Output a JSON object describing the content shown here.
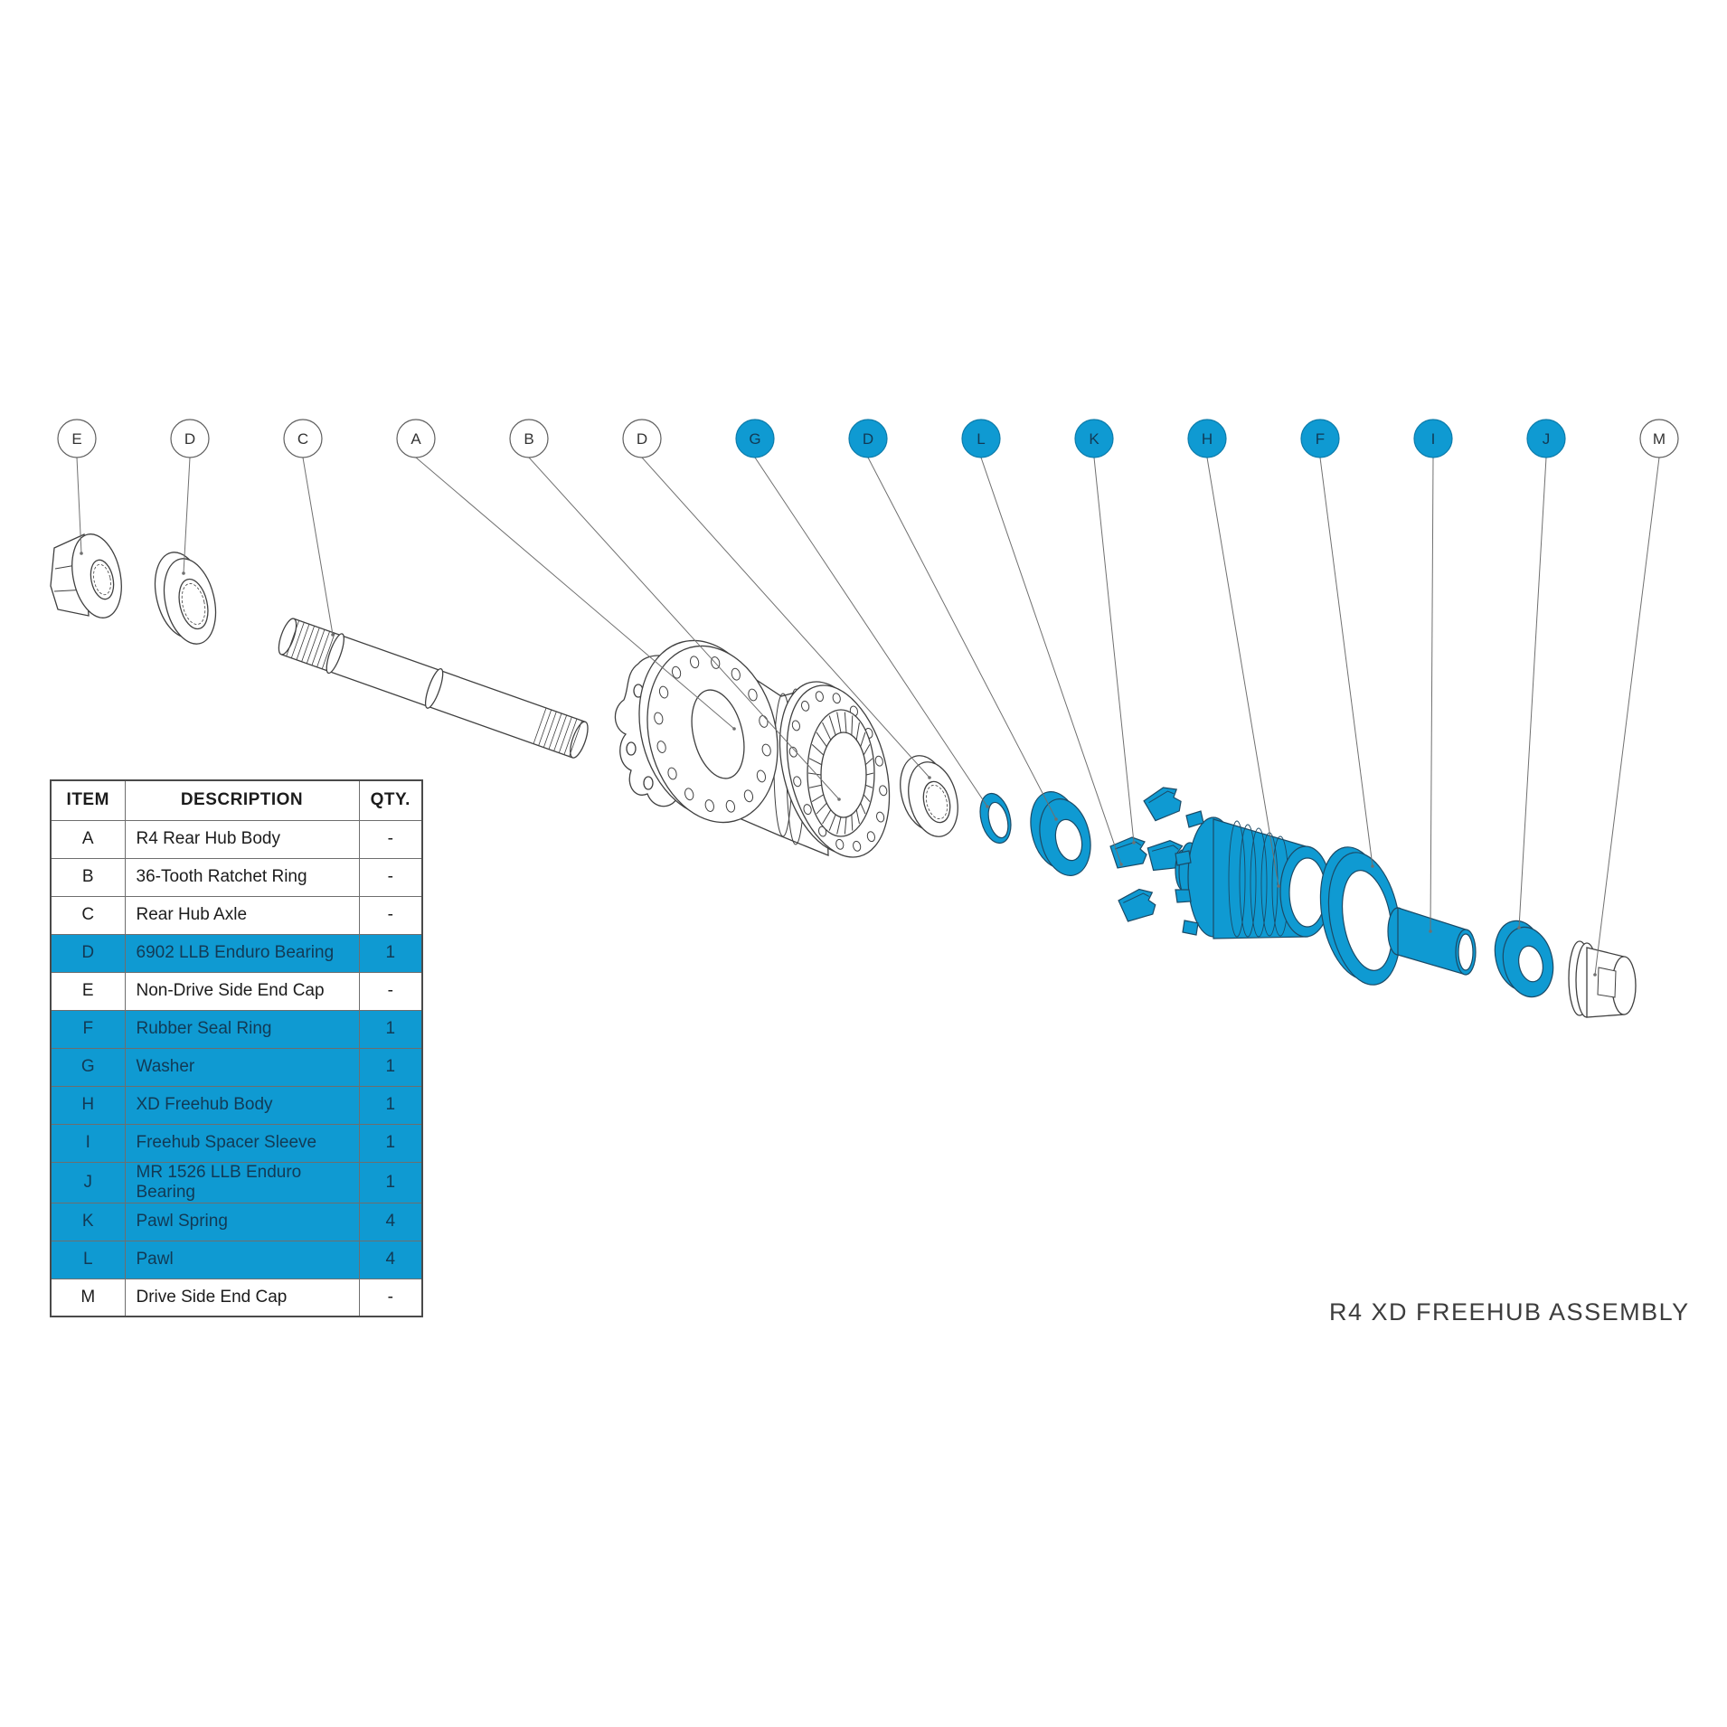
{
  "title": "R4 XD FREEHUB ASSEMBLY",
  "colors": {
    "highlight": "#0f9ad2",
    "highlight_text": "#123a55",
    "line_art": "#404040",
    "leader_line": "#707070"
  },
  "table": {
    "headers": [
      "ITEM",
      "DESCRIPTION",
      "QTY."
    ],
    "rows": [
      {
        "item": "A",
        "description": "R4 Rear Hub Body",
        "qty": "-",
        "highlighted": false
      },
      {
        "item": "B",
        "description": "36-Tooth Ratchet Ring",
        "qty": "-",
        "highlighted": false
      },
      {
        "item": "C",
        "description": "Rear Hub Axle",
        "qty": "-",
        "highlighted": false
      },
      {
        "item": "D",
        "description": "6902 LLB Enduro Bearing",
        "qty": "1",
        "highlighted": true
      },
      {
        "item": "E",
        "description": "Non-Drive Side End Cap",
        "qty": "-",
        "highlighted": false
      },
      {
        "item": "F",
        "description": "Rubber Seal Ring",
        "qty": "1",
        "highlighted": true
      },
      {
        "item": "G",
        "description": "Washer",
        "qty": "1",
        "highlighted": true
      },
      {
        "item": "H",
        "description": "XD Freehub Body",
        "qty": "1",
        "highlighted": true
      },
      {
        "item": "I",
        "description": "Freehub Spacer Sleeve",
        "qty": "1",
        "highlighted": true
      },
      {
        "item": "J",
        "description": "MR 1526 LLB Enduro Bearing",
        "qty": "1",
        "highlighted": true
      },
      {
        "item": "K",
        "description": "Pawl Spring",
        "qty": "4",
        "highlighted": true
      },
      {
        "item": "L",
        "description": "Pawl",
        "qty": "4",
        "highlighted": true
      },
      {
        "item": "M",
        "description": "Drive Side End Cap",
        "qty": "-",
        "highlighted": false
      }
    ]
  },
  "callouts": [
    {
      "label": "E",
      "highlighted": false
    },
    {
      "label": "D",
      "highlighted": false
    },
    {
      "label": "C",
      "highlighted": false
    },
    {
      "label": "A",
      "highlighted": false
    },
    {
      "label": "B",
      "highlighted": false
    },
    {
      "label": "D",
      "highlighted": false
    },
    {
      "label": "G",
      "highlighted": true
    },
    {
      "label": "D",
      "highlighted": true
    },
    {
      "label": "L",
      "highlighted": true
    },
    {
      "label": "K",
      "highlighted": true
    },
    {
      "label": "H",
      "highlighted": true
    },
    {
      "label": "F",
      "highlighted": true
    },
    {
      "label": "I",
      "highlighted": true
    },
    {
      "label": "J",
      "highlighted": true
    },
    {
      "label": "M",
      "highlighted": false
    }
  ]
}
